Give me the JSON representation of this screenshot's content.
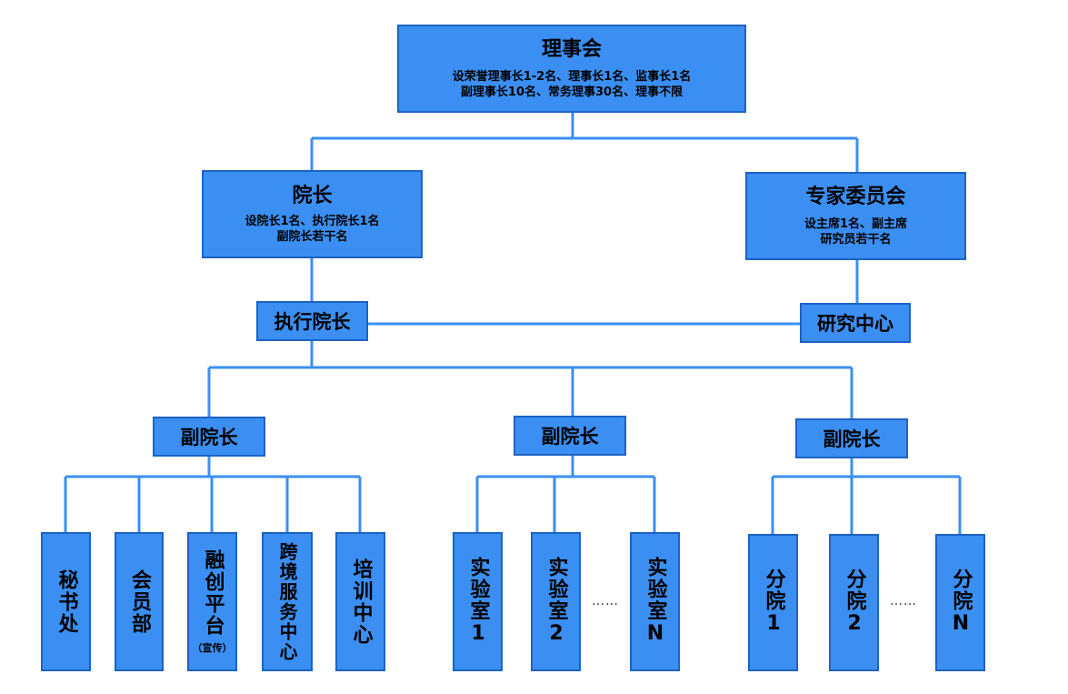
{
  "board": {
    "title": "理事会",
    "line1": "设荣誉理事长1-2名、理事长1名、监事长1名",
    "line2": "副理事长10名、常务理事30名、理事不限"
  },
  "president": {
    "title": "院长",
    "line1": "设院长1名、执行院长1名",
    "line2": "副院长若干名"
  },
  "experts": {
    "title": "专家委员会",
    "line1": "设主席1名、副主席",
    "line2": "研究员若干名"
  },
  "exec_president": "执行院长",
  "research_center": "研究中心",
  "vice_president_label": "副院长",
  "group1": {
    "items": [
      "秘书处",
      "会员部",
      "融创平台",
      "跨境服务中心",
      "培训中心"
    ],
    "note": "（宣传）"
  },
  "group2": {
    "items": [
      "实验室1",
      "实验室2",
      "实验室N"
    ]
  },
  "group3": {
    "items": [
      "分院1",
      "分院2",
      "分院N"
    ]
  },
  "ellipsis": "……",
  "colors": {
    "box_fill": "#3b8ff2",
    "box_border": "#1c62c4",
    "line": "#3b8ff2"
  }
}
